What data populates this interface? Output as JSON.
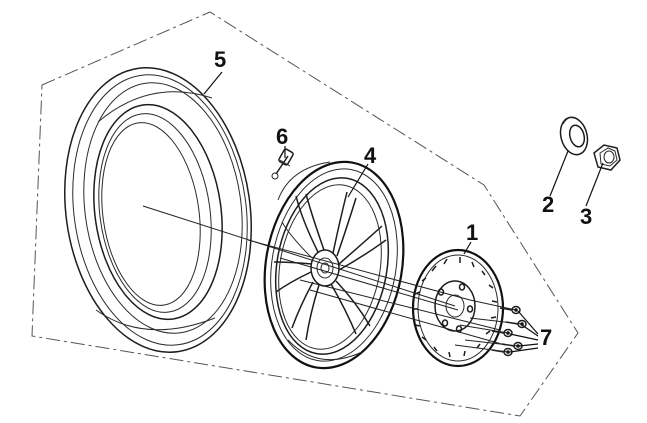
{
  "diagram": {
    "callouts": {
      "disc": "1",
      "washer": "2",
      "nut": "3",
      "rim": "4",
      "tire": "5",
      "valve": "6",
      "bolts": "7"
    },
    "colors": {
      "line": "#1d1d1d",
      "boundary": "#555555",
      "background": "#ffffff"
    }
  }
}
